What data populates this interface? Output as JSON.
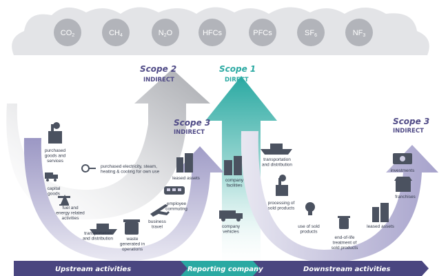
{
  "gases": [
    "CO2",
    "CH4",
    "N2O",
    "HFCs",
    "PFCs",
    "SF6",
    "NF3"
  ],
  "scopes": {
    "scope2": {
      "title": "Scope 2",
      "sub": "INDIRECT"
    },
    "scope1": {
      "title": "Scope 1",
      "sub": "DIRECT"
    },
    "scope3_up": {
      "title": "Scope 3",
      "sub": "INDIRECT"
    },
    "scope3_down": {
      "title": "Scope 3",
      "sub": "INDIRECT"
    }
  },
  "activities": {
    "purchased_goods": [
      "purchased",
      "goods and",
      "services"
    ],
    "capital_goods": [
      "capital",
      "goods"
    ],
    "fuel_energy": [
      "fuel and",
      "energy related",
      "activities"
    ],
    "transport_up": [
      "transportation",
      "and distribution"
    ],
    "waste": [
      "waste",
      "generated in",
      "operations"
    ],
    "business_travel": [
      "business",
      "travel"
    ],
    "employee_commuting": [
      "employee",
      "commuting"
    ],
    "leased_assets_up": [
      "leased assets"
    ],
    "purchased_electricity": [
      "purchased electricity, steam,",
      "heating & cooling for own use"
    ],
    "company_facilities": [
      "company",
      "facilities"
    ],
    "company_vehicles": [
      "company",
      "vehicles"
    ],
    "transport_down": [
      "transportation",
      "and distribution"
    ],
    "processing": [
      "processing of",
      "sold products"
    ],
    "use_products": [
      "use of sold",
      "products"
    ],
    "end_of_life": [
      "end-of-life",
      "treatment of",
      "sold products"
    ],
    "leased_assets_down": [
      "leased assets"
    ],
    "franchises": [
      "franchises"
    ],
    "investments": [
      "investments"
    ]
  },
  "bar": {
    "upstream": "Upstream activities",
    "reporting": "Reporting company",
    "downstream": "Downstream activities"
  },
  "colors": {
    "cloud": "#e3e4e7",
    "gas_circle": "#b2b4ba",
    "scope1": "#2aa9a2",
    "scope1_light": "#cdebe8",
    "scope2": "#b9babe",
    "scope3": "#4f4a86",
    "scope3_light": "#cfcde3",
    "bar_dark": "#4a4680",
    "bar_teal": "#2aa9a2",
    "icon": "#4b5260"
  }
}
